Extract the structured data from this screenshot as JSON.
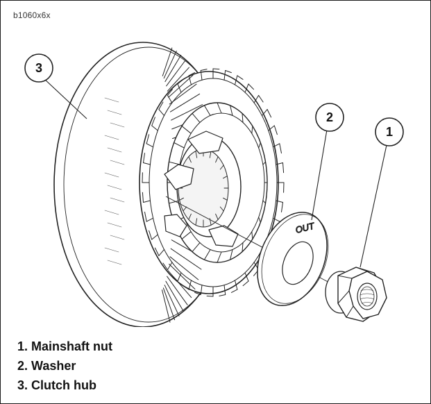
{
  "figure": {
    "id": "b1060x6x"
  },
  "callouts": [
    {
      "number": "1"
    },
    {
      "number": "2"
    },
    {
      "number": "3"
    }
  ],
  "washer": {
    "marking": "OUT"
  },
  "legend": [
    {
      "text": "1. Mainshaft nut"
    },
    {
      "text": "2. Washer"
    },
    {
      "text": "3. Clutch hub"
    }
  ]
}
